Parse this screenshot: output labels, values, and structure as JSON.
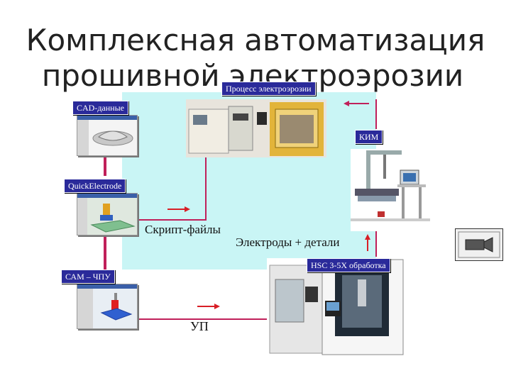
{
  "title": {
    "line1": "Комплексная автоматизация",
    "line2": "прошивной электроэрозии"
  },
  "labels": {
    "process": "Процесс электроэрозии",
    "cad": "CAD-данные",
    "kim": "КИМ",
    "quick": "QuickElectrode",
    "cam": "САМ – ЧПУ",
    "hsc": "HSC 3-5X обработка",
    "script": "Скрипт-файлы",
    "electrodes": "Электроды + детали",
    "up": "УП"
  },
  "icons": {
    "camera": "video-camera-icon"
  },
  "colors": {
    "flow_line": "#c0205a",
    "arrow": "#d81f26",
    "label_bg": "#2a2a9a",
    "panel_bg": "#c9f5f5"
  }
}
